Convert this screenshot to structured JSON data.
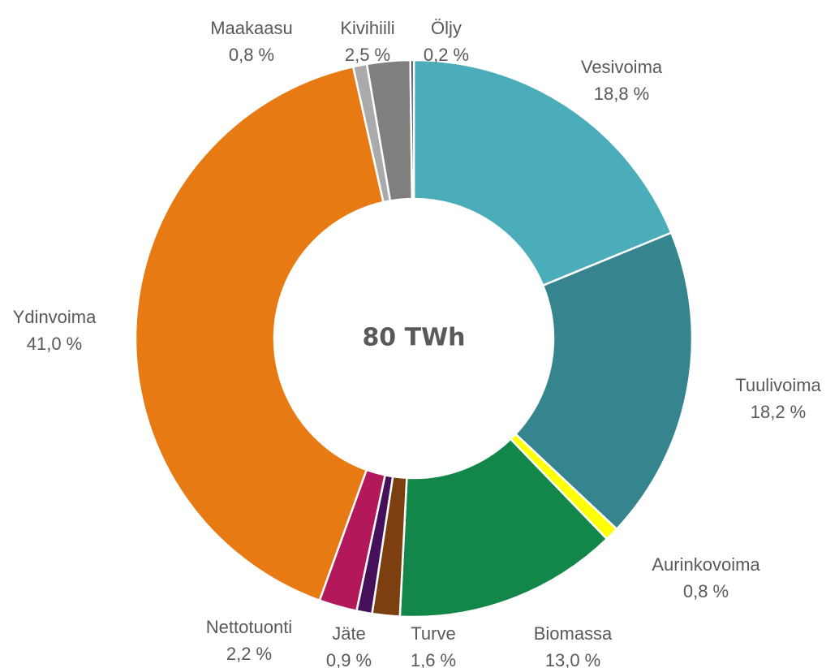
{
  "chart_data": {
    "type": "pie",
    "donut": true,
    "center_label": "80 TWh",
    "start_angle_deg": 0,
    "direction": "clockwise",
    "slices": [
      {
        "name": "Vesivoima",
        "value": 18.8,
        "label": "18,8 %",
        "color": "#4BACBA"
      },
      {
        "name": "Tuulivoima",
        "value": 18.2,
        "label": "18,2 %",
        "color": "#35848E"
      },
      {
        "name": "Aurinkovoima",
        "value": 0.8,
        "label": "0,8 %",
        "color": "#FFFF00"
      },
      {
        "name": "Biomassa",
        "value": 13.0,
        "label": "13,0 %",
        "color": "#13874A"
      },
      {
        "name": "Turve",
        "value": 1.6,
        "label": "1,6 %",
        "color": "#7B3F10"
      },
      {
        "name": "Jäte",
        "value": 0.9,
        "label": "0,9 %",
        "color": "#45105A"
      },
      {
        "name": "Nettotuonti",
        "value": 2.2,
        "label": "2,2 %",
        "color": "#B2185A"
      },
      {
        "name": "Ydinvoima",
        "value": 41.0,
        "label": "41,0 %",
        "color": "#E87A14"
      },
      {
        "name": "Maakaasu",
        "value": 0.8,
        "label": "0,8 %",
        "color": "#AAAAAA"
      },
      {
        "name": "Kivihiili",
        "value": 2.5,
        "label": "2,5 %",
        "color": "#7F7F7F"
      },
      {
        "name": "Öljy",
        "value": 0.2,
        "label": "0,2 %",
        "color": "#404040"
      }
    ]
  }
}
